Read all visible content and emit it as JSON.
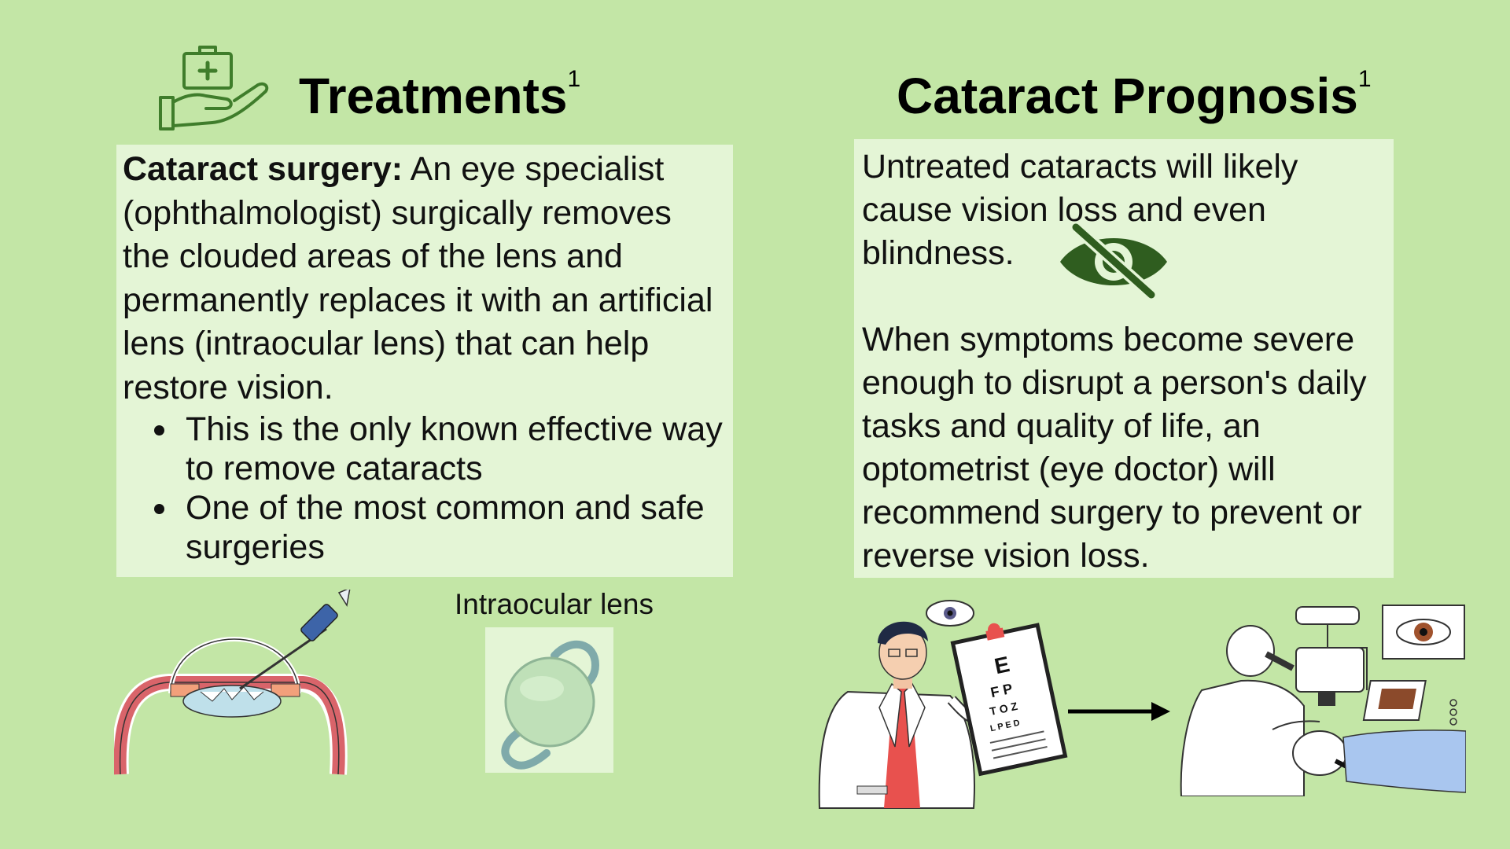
{
  "treatments": {
    "heading": "Treatments",
    "heading_sup": "1",
    "icon": "hand-medical-kit-icon",
    "lead_bold": "Cataract surgery:",
    "lead_text": " An eye specialist (ophthalmologist) surgically removes the clouded areas of the lens and permanently replaces it with an artificial lens (intraocular lens) that can help restore vision.",
    "bullets": [
      "This is the only known effective way to remove cataracts",
      "One of the most common and safe surgeries"
    ],
    "lens_caption": "Intraocular lens"
  },
  "prognosis": {
    "heading": "Cataract Prognosis",
    "heading_sup": "1",
    "paragraph1": "Untreated cataracts will likely cause vision loss and even blindness.",
    "paragraph2": "When symptoms become severe enough to disrupt a person's daily tasks and quality of life, an optometrist (eye doctor) will recommend surgery to prevent or reverse vision loss.",
    "icon": "eye-slash-icon"
  },
  "colors": {
    "background": "#c3e6a6",
    "box": "#e4f5d6",
    "icon_green": "#3f7d2b",
    "dark_green": "#2f5d1f"
  }
}
